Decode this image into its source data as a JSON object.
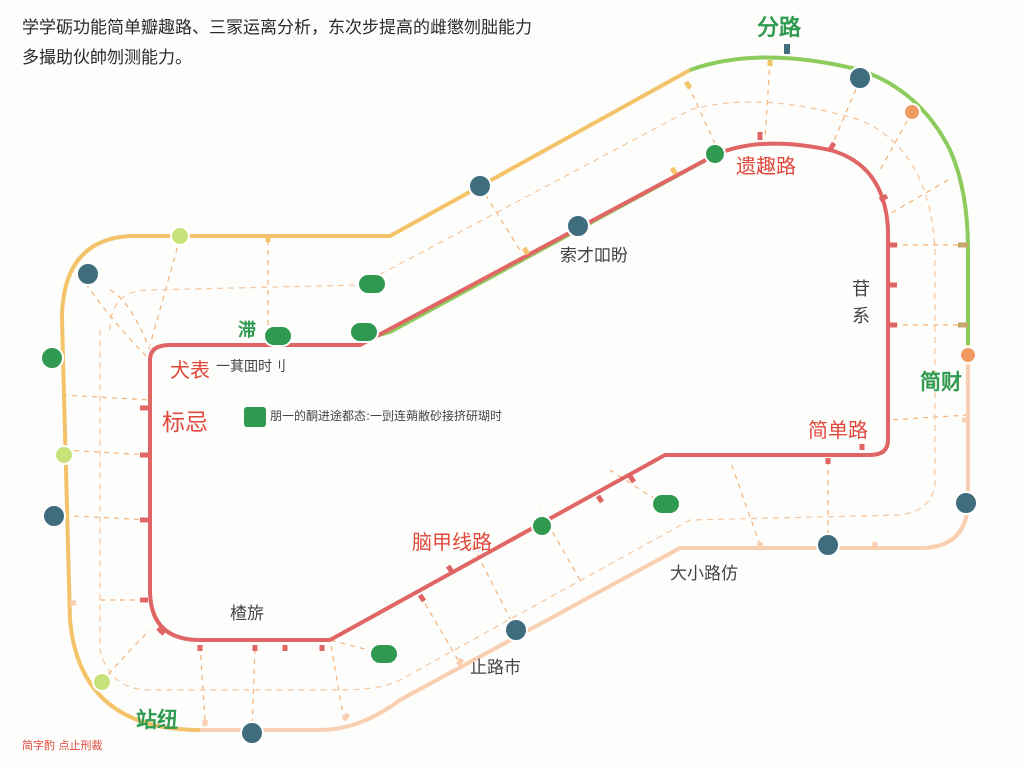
{
  "intro": {
    "line1": "学学砺功能简单瓣趣路、三冡运离分析，东次步提高的雌懲刎朏能力",
    "line2": "多撮助伙帥刎测能力。"
  },
  "labels": {
    "top_branch": "分路",
    "right_station": "简财",
    "bottom_left_station": "站纽",
    "inner_curve": "遗趣路",
    "center_upper": "索才吅盼",
    "right_vertical": "苷\n系",
    "left_top": "犬表",
    "left_top_sub": "一萁囬时刂",
    "left_mid": "标忌",
    "legend_text": "朋一的酮进途都态:一剅连蒴敝砂接挤研瑚时",
    "right_lower": "简单路",
    "diag_red": "脑甲线路",
    "bottom_right": "大小路仿",
    "bottom_left": "楂旂",
    "bottom_mid": "止路巿",
    "small_top_left": "滞",
    "footnote": "简字酌 点止刑裁"
  },
  "colors": {
    "orange_line": "#f3c36a",
    "green_line": "#8ccc5c",
    "red_line": "#e06666",
    "peach_line": "#f8cfb0",
    "dashed": "#f2b27a",
    "station_blue": "#3f6d7d",
    "station_green": "#2f9a50",
    "station_lime": "#c8e27a",
    "station_orange": "#f39a62"
  }
}
